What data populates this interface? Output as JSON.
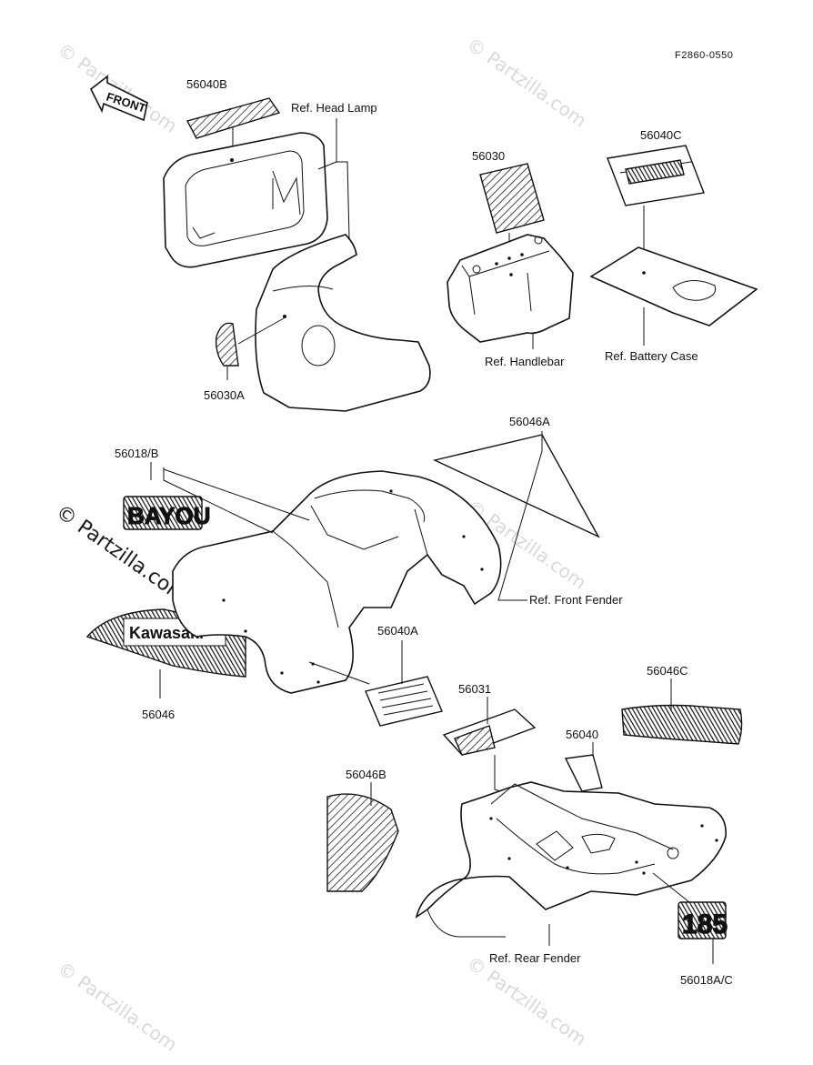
{
  "figure_code": "F2860-0550",
  "watermark": "© Partzilla.com",
  "badges": {
    "front": "FRONT",
    "bayou": "BAYOU",
    "kawasaki": "Kawasaki",
    "num185": "185"
  },
  "labels": {
    "p56040B": "56040B",
    "ref_head_lamp": "Ref. Head Lamp",
    "p56030": "56030",
    "p56040C": "56040C",
    "p56030A": "56030A",
    "ref_handlebar": "Ref. Handlebar",
    "ref_battery_case": "Ref. Battery Case",
    "p56046A": "56046A",
    "p56018B": "56018/B",
    "ref_front_fender": "Ref. Front Fender",
    "p56040A": "56040A",
    "p56046": "56046",
    "p56046C": "56046C",
    "p56031": "56031",
    "p56040": "56040",
    "p56046B": "56046B",
    "ref_rear_fender": "Ref. Rear Fender",
    "p56018AC": "56018A/C"
  }
}
